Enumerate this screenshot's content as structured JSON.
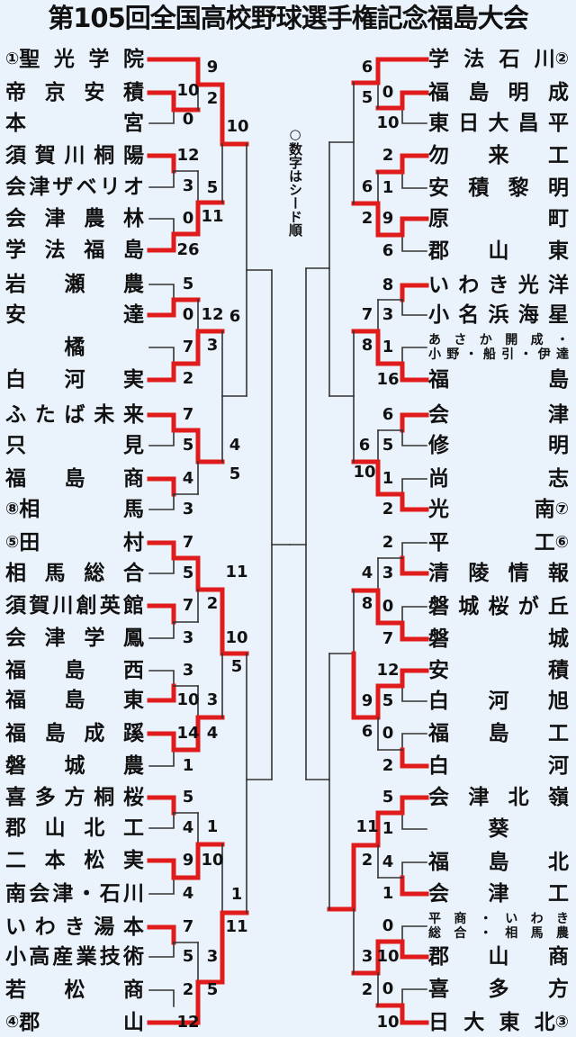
{
  "title": "第105回全国高校野球選手権記念福島大会",
  "note": "○数字はシード順",
  "colors": {
    "background": "#eaf2fb",
    "winner_line": "#e01b1b",
    "loser_line": "#333333"
  },
  "teams_left": [
    {
      "seed": "①",
      "name": "聖光学院"
    },
    {
      "seed": "",
      "name": "帝京安積"
    },
    {
      "seed": "",
      "name": "本宮"
    },
    {
      "seed": "",
      "name": "須賀川桐陽"
    },
    {
      "seed": "",
      "name": "会津ザベリオ"
    },
    {
      "seed": "",
      "name": "会津農林"
    },
    {
      "seed": "",
      "name": "学法福島"
    },
    {
      "seed": "",
      "name": "岩瀬農"
    },
    {
      "seed": "",
      "name": "安達"
    },
    {
      "seed": "",
      "name": "橘"
    },
    {
      "seed": "",
      "name": "白河実"
    },
    {
      "seed": "",
      "name": "ふたば未来"
    },
    {
      "seed": "",
      "name": "只見"
    },
    {
      "seed": "",
      "name": "福島商"
    },
    {
      "seed": "⑧",
      "name": "相馬"
    },
    {
      "seed": "⑤",
      "name": "田村"
    },
    {
      "seed": "",
      "name": "相馬総合"
    },
    {
      "seed": "",
      "name": "須賀川創英館"
    },
    {
      "seed": "",
      "name": "会津学鳳"
    },
    {
      "seed": "",
      "name": "福島西"
    },
    {
      "seed": "",
      "name": "福島東"
    },
    {
      "seed": "",
      "name": "福島成蹊"
    },
    {
      "seed": "",
      "name": "磐城農"
    },
    {
      "seed": "",
      "name": "喜多方桐桜"
    },
    {
      "seed": "",
      "name": "郡山北工"
    },
    {
      "seed": "",
      "name": "二本松実"
    },
    {
      "seed": "",
      "name": "南会津・石川"
    },
    {
      "seed": "",
      "name": "いわき湯本"
    },
    {
      "seed": "",
      "name": "小高産業技術"
    },
    {
      "seed": "",
      "name": "若松商"
    },
    {
      "seed": "④",
      "name": "郡山"
    }
  ],
  "teams_right": [
    {
      "seed": "②",
      "name": "学法石川"
    },
    {
      "seed": "",
      "name": "福島明成"
    },
    {
      "seed": "",
      "name": "東日大昌平"
    },
    {
      "seed": "",
      "name": "勿来工"
    },
    {
      "seed": "",
      "name": "安積黎明"
    },
    {
      "seed": "",
      "name": "原町"
    },
    {
      "seed": "",
      "name": "郡山東"
    },
    {
      "seed": "",
      "name": "いわき光洋"
    },
    {
      "seed": "",
      "name": "小名浜海星"
    },
    {
      "seed": "",
      "name": "あさか開成・",
      "name2": "小野・船引・伊達"
    },
    {
      "seed": "",
      "name": "福島"
    },
    {
      "seed": "",
      "name": "会津"
    },
    {
      "seed": "",
      "name": "修明"
    },
    {
      "seed": "",
      "name": "尚志"
    },
    {
      "seed": "⑦",
      "name": "光南"
    },
    {
      "seed": "⑥",
      "name": "平工"
    },
    {
      "seed": "",
      "name": "清陵情報"
    },
    {
      "seed": "",
      "name": "磐城桜が丘"
    },
    {
      "seed": "",
      "name": "磐城"
    },
    {
      "seed": "",
      "name": "安積"
    },
    {
      "seed": "",
      "name": "白河旭"
    },
    {
      "seed": "",
      "name": "福島工"
    },
    {
      "seed": "",
      "name": "白河"
    },
    {
      "seed": "",
      "name": "会津北嶺"
    },
    {
      "seed": "",
      "name": "葵"
    },
    {
      "seed": "",
      "name": "福島北"
    },
    {
      "seed": "",
      "name": "会津工"
    },
    {
      "seed": "",
      "name": "平商・いわき",
      "name2": "総合・相馬農"
    },
    {
      "seed": "",
      "name": "郡山商"
    },
    {
      "seed": "",
      "name": "喜多方"
    },
    {
      "seed": "③",
      "name": "日大東北"
    }
  ],
  "scores_left": [
    "9",
    "10",
    "0",
    "2",
    "10",
    "12",
    "3",
    "0",
    "26",
    "5",
    "0",
    "11",
    "5",
    "12",
    "6",
    "3",
    "7",
    "2",
    "7",
    "5",
    "4",
    "5",
    "4",
    "3",
    "7",
    "5",
    "11",
    "7",
    "3",
    "2",
    "10",
    "5",
    "3",
    "10",
    "3",
    "14",
    "4",
    "1",
    "5",
    "4",
    "1",
    "9",
    "4",
    "10",
    "7",
    "5",
    "3",
    "1",
    "2",
    "12",
    "5",
    "11"
  ],
  "scores_right": [
    "6",
    "0",
    "10",
    "5",
    "2",
    "1",
    "6",
    "9",
    "2",
    "6",
    "8",
    "3",
    "7",
    "1",
    "16",
    "8",
    "6",
    "5",
    "1",
    "2",
    "6",
    "10",
    "2",
    "3",
    "4",
    "0",
    "7",
    "8",
    "12",
    "5",
    "9",
    "0",
    "2",
    "6",
    "5",
    "1",
    "11",
    "2",
    "4",
    "1",
    "0",
    "10",
    "0",
    "10",
    "3",
    "2"
  ]
}
